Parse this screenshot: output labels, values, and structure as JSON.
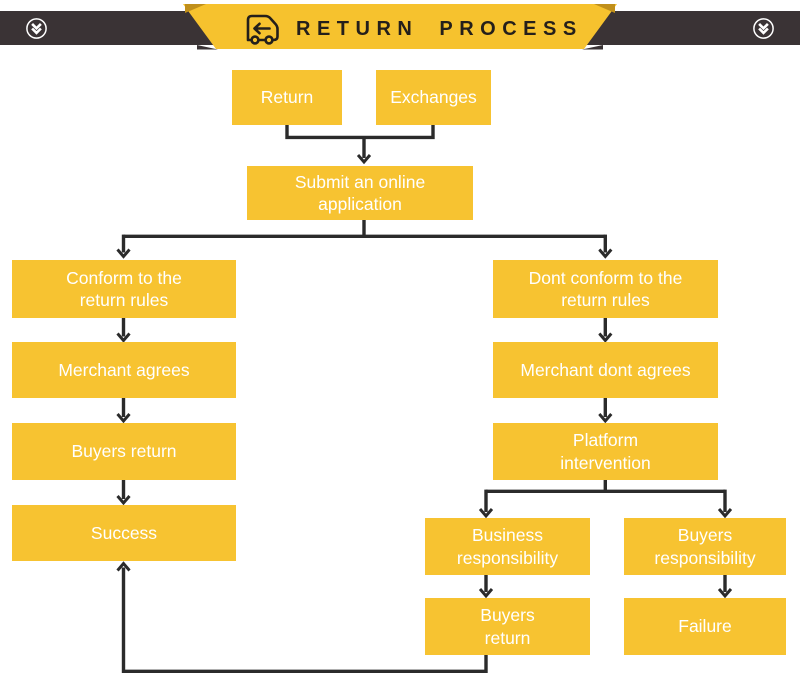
{
  "header": {
    "title": "RETURN PROCESS",
    "icons": {
      "truck": "delivery-truck-left-arrow",
      "left_badge": "chevron-down-in-circle",
      "right_badge": "chevron-down-in-circle"
    }
  },
  "flowchart": {
    "nodes": {
      "return": {
        "label": "Return"
      },
      "exchanges": {
        "label": "Exchanges"
      },
      "submit": {
        "label": "Submit an online\napplication"
      },
      "conform": {
        "label": "Conform to the\nreturn rules"
      },
      "merchant_agrees": {
        "label": "Merchant agrees"
      },
      "buyers_return_left": {
        "label": "Buyers return"
      },
      "success": {
        "label": "Success"
      },
      "dont_conform": {
        "label": "Dont conform to the\nreturn rules"
      },
      "merchant_dont_agrees": {
        "label": "Merchant dont agrees"
      },
      "platform": {
        "label": "Platform\nintervention"
      },
      "business_resp": {
        "label": "Business\nresponsibility"
      },
      "buyers_resp": {
        "label": "Buyers\nresponsibility"
      },
      "buyers_return_bottom": {
        "label": "Buyers\nreturn"
      },
      "failure": {
        "label": "Failure"
      }
    },
    "edges": [
      "Return -> Submit an online application",
      "Exchanges -> Submit an online application",
      "Submit an online application -> Conform to the return rules",
      "Submit an online application -> Dont conform to the return rules",
      "Conform to the return rules -> Merchant agrees",
      "Merchant agrees -> Buyers return",
      "Buyers return -> Success",
      "Dont conform to the return rules -> Merchant dont agrees",
      "Merchant dont agrees -> Platform intervention",
      "Platform intervention -> Business responsibility",
      "Platform intervention -> Buyers responsibility",
      "Business responsibility -> Buyers return",
      "Buyers responsibility -> Failure",
      "Buyers return (bottom) -> Success"
    ]
  },
  "colors": {
    "box_yellow": "#F7C331",
    "ribbon_yellow": "#F6C22E",
    "ribbon_fold": "#C08F1A",
    "bar_dark": "#3A3335",
    "line_dark": "#2B2B2B",
    "box_text": "#FFFFFF",
    "title_text": "#241F1B"
  }
}
